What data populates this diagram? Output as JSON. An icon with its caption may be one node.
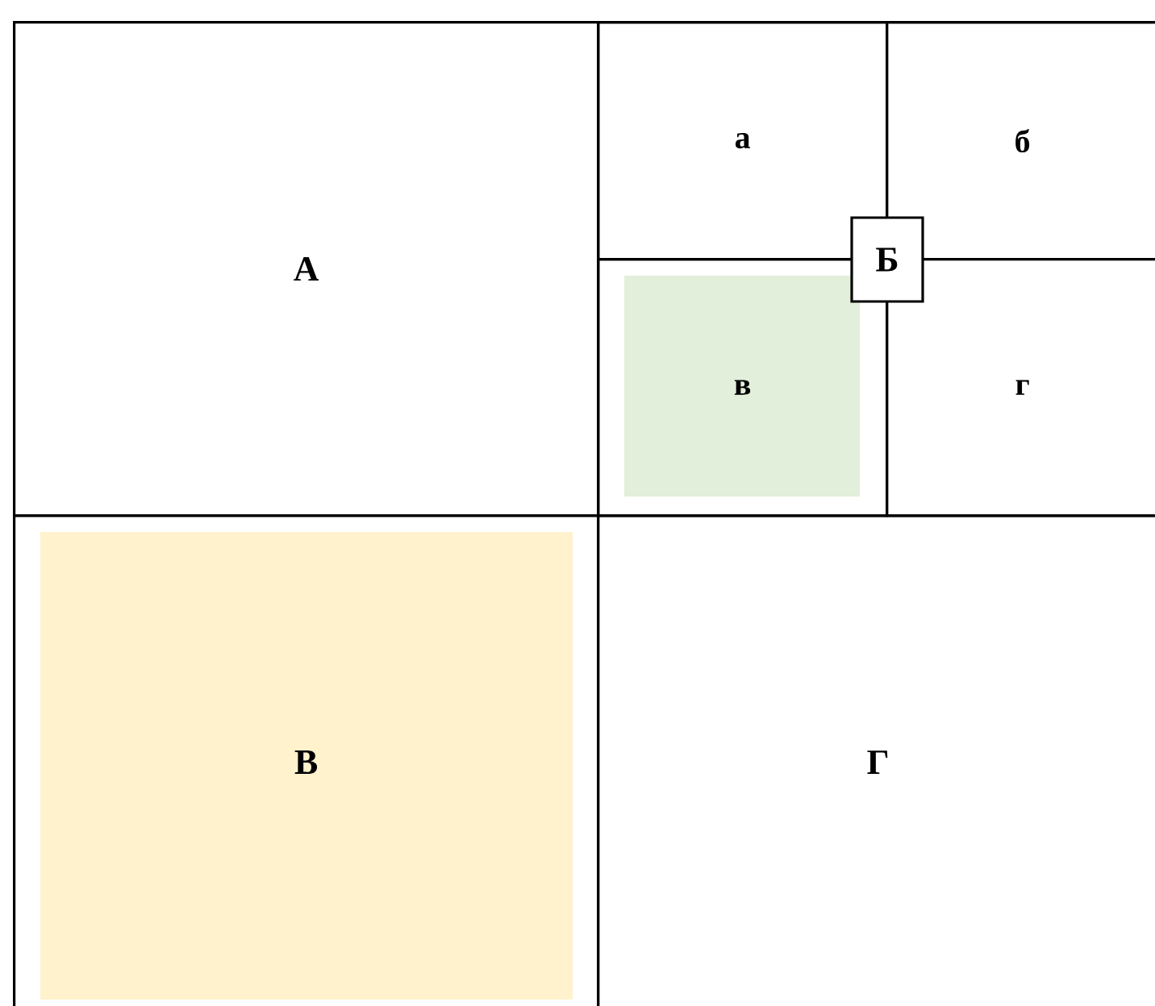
{
  "diagram": {
    "nodes": [
      {
        "text": [
          "А"
        ]
      },
      {
        "text": [
          "Б"
        ]
      },
      {
        "text": [
          "а"
        ],
        "in": 1
      },
      {
        "text": [
          "б"
        ],
        "in": 1
      },
      {
        "text": [
          "в"
        ],
        "in": 1
      },
      {
        "text": [
          "г"
        ],
        "in": 1
      },
      {
        "text": [
          "В"
        ]
      },
      {
        "text": [
          "Г"
        ]
      }
    ]
  }
}
